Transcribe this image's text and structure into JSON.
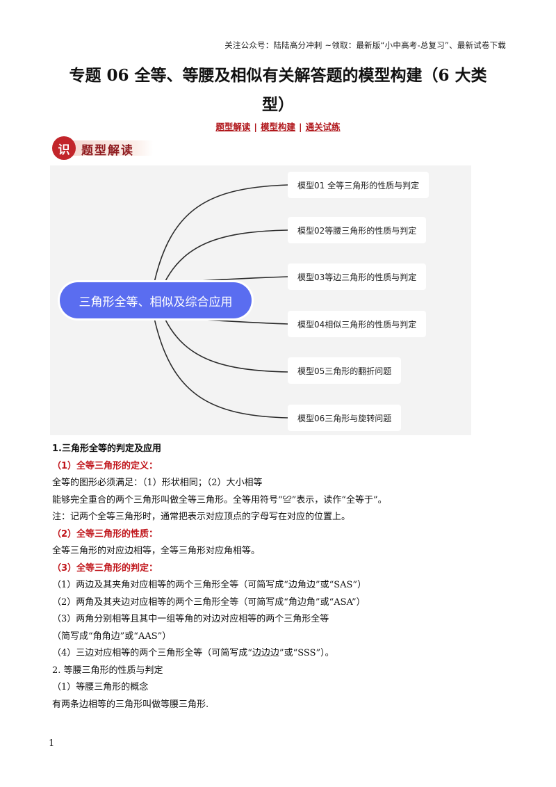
{
  "header": {
    "note": "关注公众号：陆陆高分冲刺  ~领取：最新版“小中高考-总复习”、最新试卷下载"
  },
  "title": {
    "line1": "专题 06  全等、等腰及相似有关解答题的模型构建（6 大类",
    "line2": "型）"
  },
  "subnav": {
    "items": [
      "题型解读",
      "模型构建",
      "通关试练"
    ],
    "separator": "|"
  },
  "section_banner": {
    "badge": "识",
    "label": "题型解读"
  },
  "mindmap": {
    "center": "三角形全等、相似及综合应用",
    "center_color": "#5a6df0",
    "leaves": [
      "模型01 全等三角形的性质与判定",
      "模型02等腰三角形的性质与判定",
      "模型03等边三角形的性质与判定",
      "模型04相似三角形的性质与判定",
      "模型05三角形的翻折问题",
      "模型06三角形与旋转问题"
    ]
  },
  "body": {
    "lines": [
      {
        "style": "main",
        "text": "1.三角形全等的判定及应用"
      },
      {
        "style": "red",
        "text": "（1）全等三角形的定义："
      },
      {
        "style": "normal",
        "text": "全等的图形必须满足：（1）形状相同；（2）大小相等"
      },
      {
        "style": "normal",
        "text": "能够完全重合的两个三角形叫做全等三角形。全等用符号“≌”表示，读作“全等于”。"
      },
      {
        "style": "normal",
        "text": "注：记两个全等三角形时，通常把表示对应顶点的字母写在对应的位置上。"
      },
      {
        "style": "red",
        "text": "（2）全等三角形的性质："
      },
      {
        "style": "normal",
        "text": "全等三角形的对应边相等，全等三角形对应角相等。"
      },
      {
        "style": "red",
        "text": "（3）全等三角形的判定："
      },
      {
        "style": "normal",
        "text": "（1）两边及其夹角对应相等的两个三角形全等（可简写成“边角边”或“SAS”）"
      },
      {
        "style": "normal",
        "text": "（2）两角及其夹边对应相等的两个三角形全等（可简写成“角边角”或“ASA”）"
      },
      {
        "style": "normal",
        "text": "（3）两角分别相等且其中一组等角的对边对应相等的两个三角形全等"
      },
      {
        "style": "normal",
        "text": "（简写成“角角边”或“AAS”）"
      },
      {
        "style": "normal",
        "text": "（4）三边对应相等的两个三角形全等（可简写成“边边边”或“SSS”）。"
      },
      {
        "style": "normal",
        "text": "2.  等腰三角形的性质与判定"
      },
      {
        "style": "normal",
        "text": "（1）等腰三角形的概念"
      },
      {
        "style": "normal",
        "text": "有两条边相等的三角形叫做等腰三角形."
      }
    ]
  },
  "footer": {
    "page_number": "1"
  },
  "colors": {
    "accent_red": "#c0141a",
    "node_blue": "#5a6df0",
    "mindmap_bg": "#f3f3f3"
  }
}
